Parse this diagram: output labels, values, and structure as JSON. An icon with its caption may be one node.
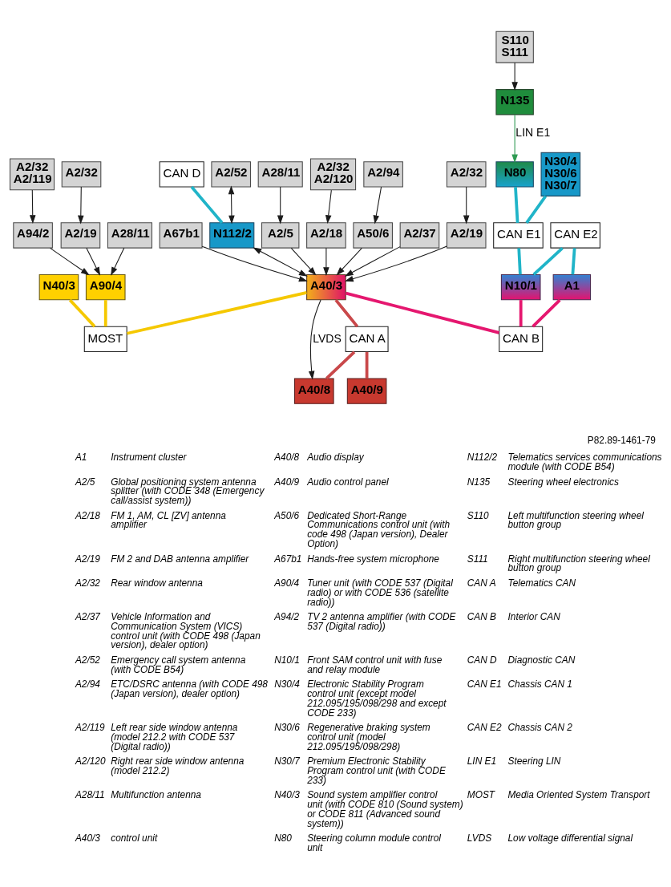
{
  "diagram": {
    "nodes": [
      {
        "text": [
          "CAN D"
        ]
      },
      {
        "text": [
          "A2/32",
          "A2/120"
        ]
      },
      {
        "text": [
          "N135"
        ]
      },
      {
        "text": [
          "S110",
          "S111"
        ]
      },
      {
        "text": [
          "A2/52"
        ]
      },
      {
        "text": [
          "N112/2"
        ]
      },
      {
        "text": [
          "N80"
        ]
      },
      {
        "text": [
          "N30/4",
          "N30/6",
          "N30/7"
        ]
      },
      {
        "text": [
          "A28/11"
        ]
      },
      {
        "text": [
          "A2/5"
        ]
      },
      {
        "text": [
          "A2/18"
        ]
      },
      {
        "text": [
          "CAN E1"
        ]
      },
      {
        "text": [
          "A2/94"
        ]
      },
      {
        "text": [
          "A50/6"
        ]
      },
      {
        "text": [
          "A2/37"
        ]
      },
      {
        "text": [
          "CAN E2"
        ]
      },
      {
        "text": [
          "A2/32"
        ]
      },
      {
        "text": [
          "A2/19"
        ]
      },
      {
        "text": [
          "N10/1"
        ]
      },
      {
        "text": [
          "A1"
        ]
      },
      {
        "text": [
          "N40/3"
        ]
      },
      {
        "text": [
          "A67b1"
        ]
      },
      {
        "text": [
          "A90/4"
        ]
      },
      {
        "text": [
          "MOST"
        ]
      },
      {
        "text": [
          "A40/3"
        ]
      },
      {
        "text": [
          "CAN B"
        ]
      },
      {
        "text": [
          "A28/11"
        ]
      },
      {
        "text": [
          "CAN A"
        ]
      },
      {
        "text": [
          "A94/2"
        ]
      },
      {
        "text": [
          "A2/32",
          "A2/119"
        ]
      },
      {
        "text": [
          "A2/19"
        ]
      },
      {
        "text": [
          "A2/32"
        ]
      },
      {
        "text": [
          "A40/8"
        ]
      },
      {
        "text": [
          "A40/9"
        ]
      }
    ],
    "edges": [
      {
        "from": 0,
        "to": 5,
        "arrow": "none",
        "style": "thick",
        "color": "#20b4c8"
      },
      {
        "from": 1,
        "to": 10,
        "arrow": "to"
      },
      {
        "from": 3,
        "to": 2,
        "arrow": "to"
      },
      {
        "from": 2,
        "to": 6,
        "arrow": "to",
        "label": "LIN E1",
        "color": "#2e9a52"
      },
      {
        "from": 4,
        "to": 5,
        "arrow": "both"
      },
      {
        "from": 5,
        "to": 24,
        "arrow": "both"
      },
      {
        "from": 8,
        "to": 9,
        "arrow": "to"
      },
      {
        "from": 9,
        "to": 24,
        "arrow": "to"
      },
      {
        "from": 10,
        "to": 24,
        "arrow": "to"
      },
      {
        "from": 6,
        "to": 11,
        "arrow": "none",
        "style": "thick",
        "color": "#20b4c8"
      },
      {
        "from": 7,
        "to": 11,
        "arrow": "none",
        "style": "thick",
        "color": "#20b4c8"
      },
      {
        "from": 11,
        "to": 18,
        "arrow": "none",
        "style": "thick",
        "color": "#20b4c8"
      },
      {
        "from": 12,
        "to": 13,
        "arrow": "to"
      },
      {
        "from": 13,
        "to": 24,
        "arrow": "to"
      },
      {
        "from": 14,
        "to": 24,
        "arrow": "to"
      },
      {
        "from": 15,
        "to": 18,
        "arrow": "none",
        "style": "thick",
        "color": "#20b4c8"
      },
      {
        "from": 15,
        "to": 19,
        "arrow": "none",
        "style": "thick",
        "color": "#20b4c8"
      },
      {
        "from": 16,
        "to": 17,
        "arrow": "to"
      },
      {
        "from": 17,
        "to": 24,
        "arrow": "to"
      },
      {
        "from": 21,
        "to": 24,
        "arrow": "to"
      },
      {
        "from": 20,
        "to": 23,
        "arrow": "none",
        "style": "thick",
        "color": "#f5c800"
      },
      {
        "from": 22,
        "to": 23,
        "arrow": "none",
        "style": "thick",
        "color": "#f5c800"
      },
      {
        "from": 24,
        "to": 23,
        "arrow": "none",
        "style": "thick",
        "color": "#f5c800"
      },
      {
        "from": 24,
        "to": 25,
        "arrow": "none",
        "style": "thick",
        "color": "#e5176f"
      },
      {
        "from": 18,
        "to": 25,
        "arrow": "none",
        "style": "thick",
        "color": "#e5176f"
      },
      {
        "from": 19,
        "to": 25,
        "arrow": "none",
        "style": "thick",
        "color": "#e5176f"
      },
      {
        "from": 26,
        "to": 22,
        "arrow": "to"
      },
      {
        "from": 24,
        "to": 27,
        "arrow": "none",
        "style": "thick",
        "color": "#c9484a"
      },
      {
        "from": 29,
        "to": 28,
        "arrow": "to"
      },
      {
        "from": 28,
        "to": 22,
        "arrow": "to"
      },
      {
        "from": 24,
        "to": 32,
        "arrow": "to",
        "label": "LVDS"
      },
      {
        "from": 27,
        "to": 32,
        "arrow": "none",
        "style": "thick",
        "color": "#c9484a"
      },
      {
        "from": 27,
        "to": 33,
        "arrow": "none",
        "style": "thick",
        "color": "#c9484a"
      },
      {
        "from": 31,
        "to": 30,
        "arrow": "to"
      },
      {
        "from": 30,
        "to": 22,
        "arrow": "to"
      }
    ],
    "labels": [
      "P82.89-1461-79",
      "A1",
      "Instrument cluster",
      "A40/8",
      "Audio display",
      "N112/2",
      "Telematics services communications module (with CODE B54)",
      "A2/5",
      "Global positioning system antenna splitter (with CODE 348 (Emergency call/assist system))",
      "A40/9",
      "Audio control panel",
      "N135",
      "Steering wheel electronics",
      "A2/18",
      "FM 1, AM, CL [ZV] antenna amplifier",
      "A50/6",
      "Dedicated Short-Range Communications control unit (with code 498 (Japan version), Dealer Option)",
      "S110",
      "Left multifunction steering wheel button group",
      "A2/19",
      "FM 2 and DAB antenna amplifier",
      "A67b1",
      "Hands-free system microphone",
      "S111",
      "Right multifunction steering wheel button group",
      "A2/32",
      "Rear window antenna",
      "A90/4",
      "Tuner unit (with CODE 537 (Digital radio) or with CODE 536 (satellite radio))",
      "CAN A",
      "Telematics CAN",
      "A2/37",
      "Vehicle Information and Communication System (VICS) control unit (with CODE 498 (Japan version), dealer option)",
      "A94/2",
      "TV 2 antenna amplifier (with CODE 537 (Digital radio))",
      "CAN B",
      "Interior CAN",
      "A2/52",
      "Emergency call system antenna (with CODE B54)",
      "N10/1",
      "Front SAM control unit with fuse and relay module",
      "CAN D",
      "Diagnostic CAN",
      "A2/94",
      "ETC/DSRC antenna (with CODE 498 (Japan version), dealer option)",
      "N30/4",
      "Electronic Stability Program control unit (except model 212.095/195/098/298 and except CODE 233)",
      "CAN E1",
      "Chassis CAN 1",
      "A2/119",
      "Left rear side window antenna (model 212.2 with CODE 537 (Digital radio))",
      "N30/6",
      "Regenerative braking system control unit (model 212.095/195/098/298)",
      "CAN E2",
      "Chassis CAN 2",
      "A2/120",
      "Right rear side window antenna (model 212.2)",
      "N30/7",
      "Premium Electronic Stability Program control unit (with CODE 233)",
      "LIN E1",
      "Steering LIN",
      "A28/11",
      "Multifunction antenna",
      "N40/3",
      "Sound system amplifier control unit (with CODE 810 (Sound system) or CODE 811 (Advanced sound system))",
      "MOST",
      "Media Oriented System Transport",
      "A40/3",
      "control unit",
      "N80",
      "Steering column module control unit",
      "LVDS",
      "Low voltage differential signal"
    ]
  }
}
